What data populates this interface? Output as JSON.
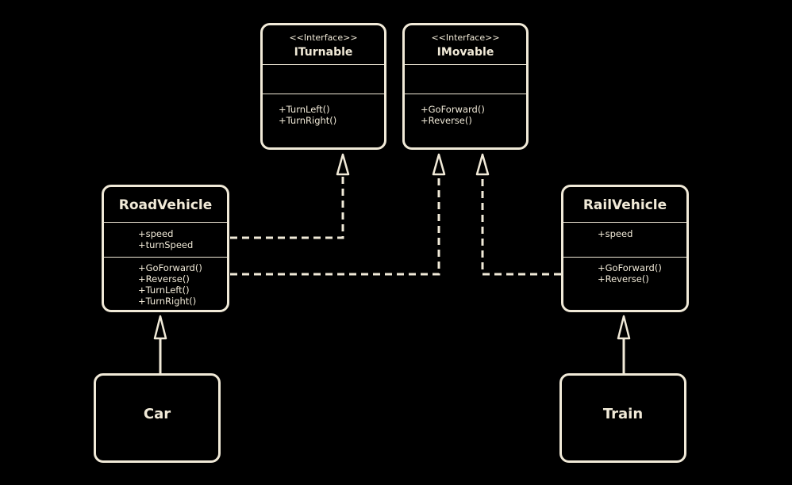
{
  "diagram": {
    "colors": {
      "background": "#000000",
      "ink": "#f1ead8"
    },
    "classes": {
      "iturnable": {
        "stereotype": "<<Interface>>",
        "name": "ITurnable",
        "attributes": [],
        "methods": [
          "+TurnLeft()",
          "+TurnRight()"
        ]
      },
      "imovable": {
        "stereotype": "<<Interface>>",
        "name": "IMovable",
        "attributes": [],
        "methods": [
          "+GoForward()",
          "+Reverse()"
        ]
      },
      "roadvehicle": {
        "name": "RoadVehicle",
        "attributes": [
          "+speed",
          "+turnSpeed"
        ],
        "methods": [
          "+GoForward()",
          "+Reverse()",
          "+TurnLeft()",
          "+TurnRight()"
        ]
      },
      "railvehicle": {
        "name": "RailVehicle",
        "attributes": [
          "+speed"
        ],
        "methods": [
          "+GoForward()",
          "+Reverse()"
        ]
      },
      "car": {
        "name": "Car"
      },
      "train": {
        "name": "Train"
      }
    },
    "relations": [
      {
        "from": "RoadVehicle",
        "to": "ITurnable",
        "kind": "realization"
      },
      {
        "from": "RoadVehicle",
        "to": "IMovable",
        "kind": "realization"
      },
      {
        "from": "RailVehicle",
        "to": "IMovable",
        "kind": "realization"
      },
      {
        "from": "Car",
        "to": "RoadVehicle",
        "kind": "generalization"
      },
      {
        "from": "Train",
        "to": "RailVehicle",
        "kind": "generalization"
      }
    ]
  }
}
